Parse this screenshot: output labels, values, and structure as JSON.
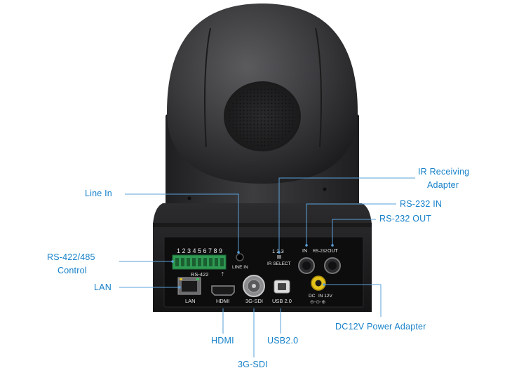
{
  "callouts": {
    "line_in": "Line In",
    "ir_receiving_1": "IR Receiving",
    "ir_receiving_2": "Adapter",
    "rs232_in": "RS-232 IN",
    "rs232_out": "RS-232 OUT",
    "rs422_1": "RS-422/485",
    "rs422_2": "Control",
    "lan": "LAN",
    "hdmi": "HDMI",
    "usb": "USB2.0",
    "sdi": "3G-SDI",
    "dc12v": "DC12V Power Adapter"
  },
  "panel": {
    "terminal_numbers": "1 2 3 4 5 6 7 8 9",
    "rs422": "RS-422",
    "line_in": "LINE IN",
    "ir_nums": "1 2 3",
    "ir_select": "IR SELECT",
    "in": "IN",
    "rs232": "RS-232",
    "out": "OUT",
    "lan": "LAN",
    "hdmi": "HDMI",
    "sdi": "3G-SDI",
    "usb": "USB 2.0",
    "dc": "DC",
    "in12v": "IN 12V"
  },
  "colors": {
    "callout_text": "#1580c9",
    "leader_line": "#5aa0d8",
    "terminal_block": "#2e9a52",
    "power_jack": "#e3c21a"
  }
}
